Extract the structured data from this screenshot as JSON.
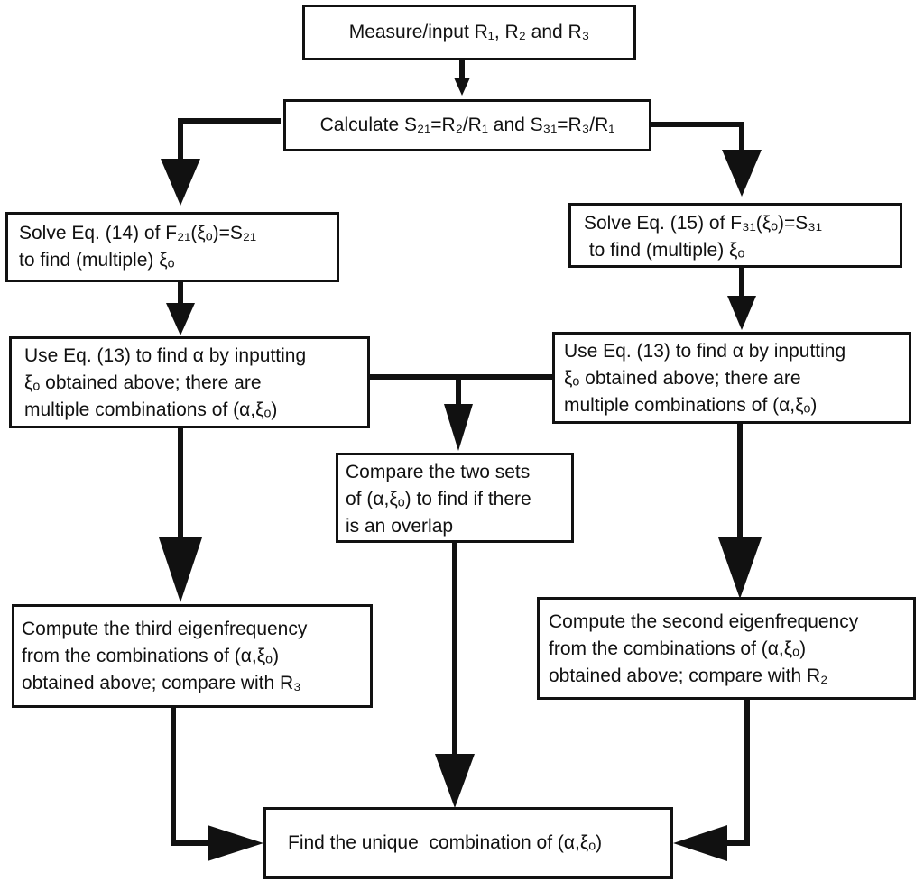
{
  "boxes": {
    "measure": [
      "Measure/input R₁, R₂ and R₃"
    ],
    "calculate": [
      "Calculate S₂₁=R₂/R₁ and S₃₁=R₃/R₁"
    ],
    "solve_left": [
      "Solve Eq. (14) of F₂₁(ξₒ)=S₂₁",
      "to find (multiple) ξₒ"
    ],
    "solve_right": [
      "Solve Eq. (15) of F₃₁(ξₒ)=S₃₁",
      " to find (multiple) ξₒ"
    ],
    "use_left": [
      "Use Eq. (13) to find α by inputting",
      "ξₒ obtained above; there are",
      "multiple combinations of (α,ξₒ)"
    ],
    "use_right": [
      "Use Eq. (13) to find α by inputting",
      "ξₒ obtained above; there are",
      "multiple combinations of (α,ξₒ)"
    ],
    "compare": [
      "Compare the two sets",
      "of (α,ξₒ) to find if there",
      "is an overlap"
    ],
    "third": [
      "Compute the third eigenfrequency",
      "from the combinations of (α,ξₒ)",
      "obtained above; compare with R₃"
    ],
    "second": [
      "Compute the second eigenfrequency",
      "from the combinations of (α,ξₒ)",
      "obtained above; compare with R₂"
    ],
    "unique": [
      "Find the unique  combination of (α,ξₒ)"
    ]
  }
}
